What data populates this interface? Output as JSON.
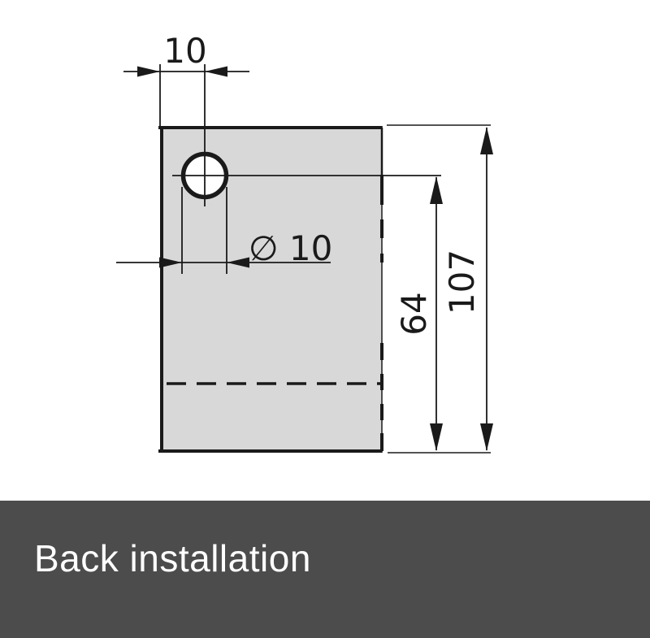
{
  "drawing": {
    "title_hint": "dimensioned technical drawing of mounting plate with hole",
    "dims": {
      "hole_offset_top": "10",
      "hole_diameter": "∅ 10",
      "hole_center_to_bottom": "64",
      "total_height": "107"
    }
  },
  "footer": {
    "caption": "Back installation"
  },
  "colors": {
    "plate_fill": "#d8d8d8",
    "hole_fill": "#ffffff",
    "line": "#1a1a1a",
    "footer_bg": "#4c4c4c",
    "footer_text": "#ffffff"
  }
}
